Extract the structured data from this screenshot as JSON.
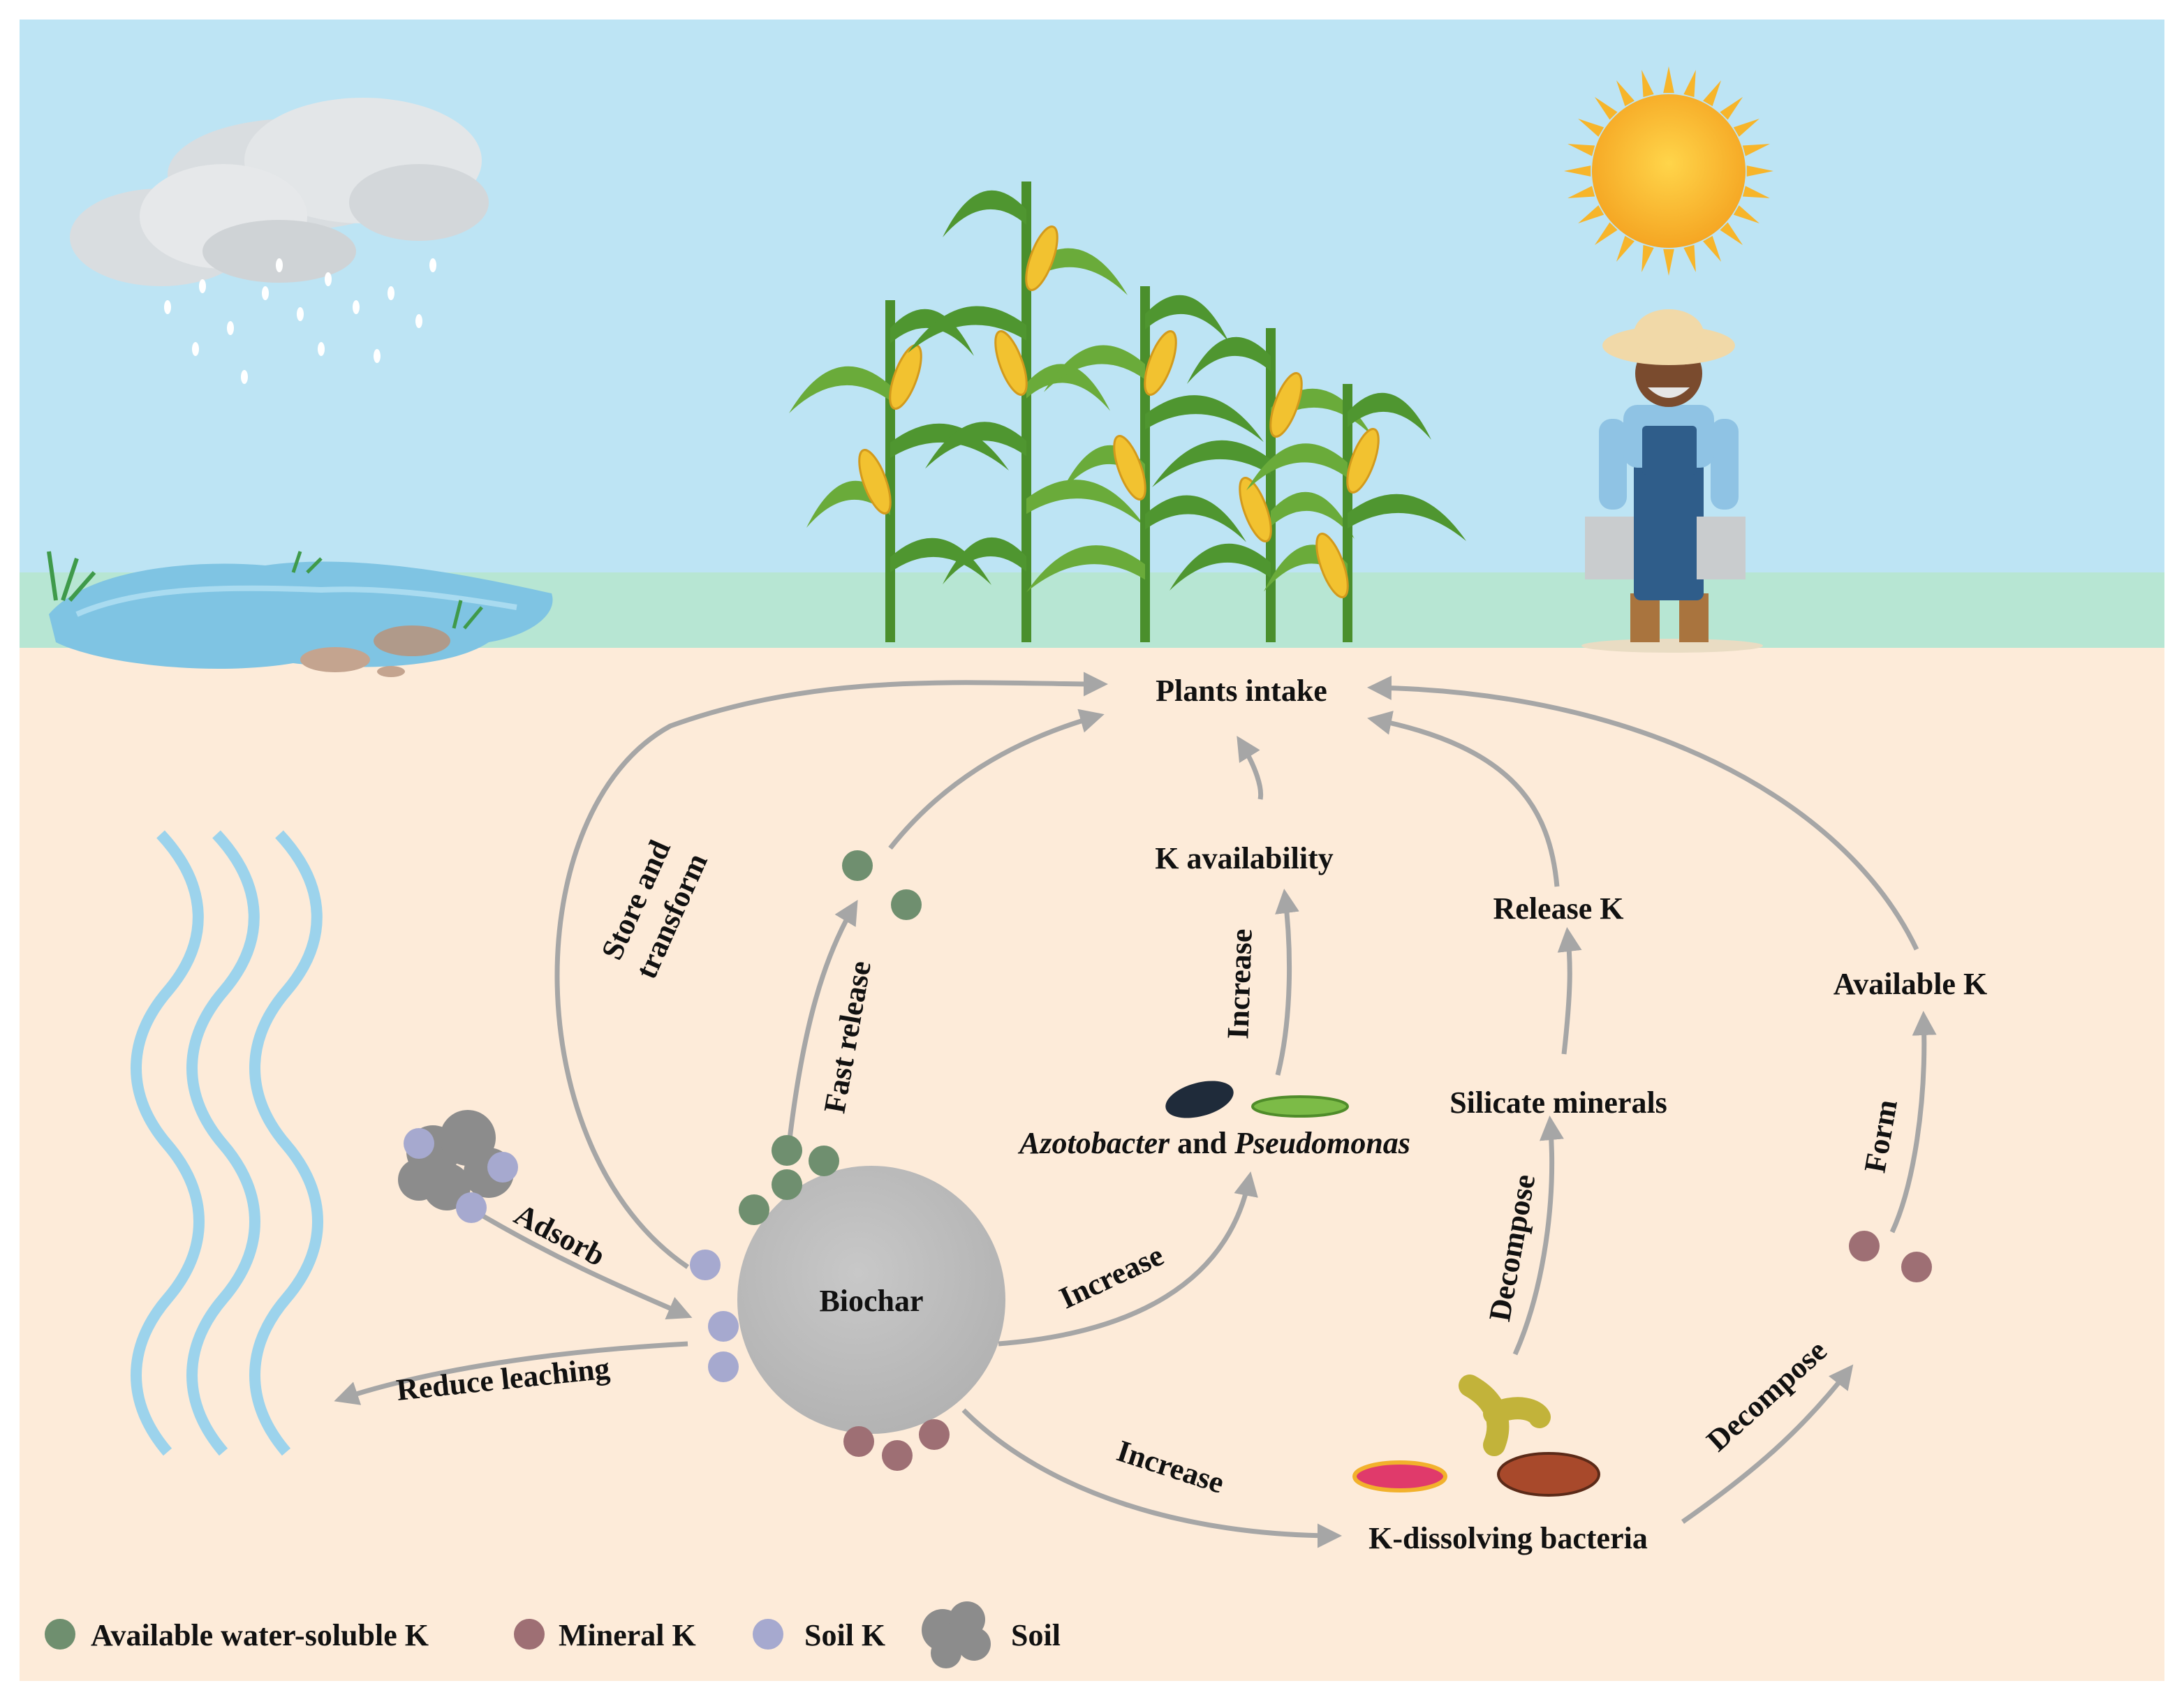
{
  "colors": {
    "sky": "#bde4f4",
    "ground": "#fdebd9",
    "grass": "#b7e6d3",
    "arrow": "#a6a6a6",
    "biochar": "#bfbfbf",
    "available_k": "#6f8f6f",
    "mineral_k": "#9e6f74",
    "soil_k": "#a6a9cf",
    "soil": "#8c8c8c",
    "water_wave": "#9cd3ec"
  },
  "center": {
    "label": "Biochar"
  },
  "nodes": {
    "plants_intake": "Plants intake",
    "k_availability": "K availability",
    "release_k": "Release K",
    "available_k": "Available K",
    "silicate_minerals": "Silicate minerals",
    "bacteria_italic_1": "Azotobacter",
    "bacteria_and": "and",
    "bacteria_italic_2": "Pseudomonas",
    "k_dissolving_bacteria": "K-dissolving bacteria"
  },
  "edges": {
    "store_transform_1": "Store and",
    "store_transform_2": "transform",
    "fast_release": "Fast release",
    "increase_k_avail": "Increase",
    "increase_azoto": "Increase",
    "increase_kdb": "Increase",
    "decompose_silicate": "Decompose",
    "decompose_mineral": "Decompose",
    "form": "Form",
    "adsorb": "Adsorb",
    "reduce_leaching": "Reduce leaching"
  },
  "legend": {
    "available_k": "Available water-soluble K",
    "mineral_k": "Mineral K",
    "soil_k": "Soil K",
    "soil": "Soil"
  },
  "icons": [
    "rain-cloud-icon",
    "sun-icon",
    "corn-plant-icon",
    "farmer-icon",
    "pond-icon",
    "leaching-water-icon",
    "bacteria-icon"
  ]
}
